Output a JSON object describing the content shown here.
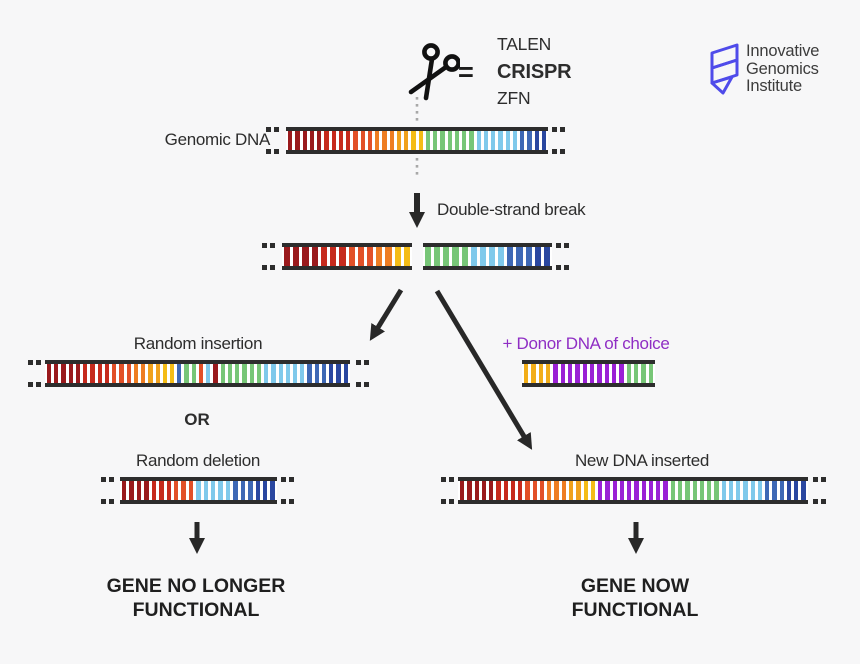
{
  "header": {
    "tools": [
      "TALEN",
      "CRISPR",
      "ZFN"
    ],
    "equals": "="
  },
  "logo": {
    "lines": [
      "Innovative",
      "Genomics",
      "Institute"
    ],
    "icon_color": "#4f4bea",
    "text_color": "#3c3c3c"
  },
  "labels": {
    "genomic_dna": "Genomic DNA",
    "double_strand_break": "Double-strand break",
    "random_insertion": "Random insertion",
    "or": "OR",
    "random_deletion": "Random deletion",
    "donor_dna": "+ Donor DNA of choice",
    "new_dna_inserted": "New DNA inserted",
    "gene_no_longer_line1": "GENE NO LONGER",
    "gene_no_longer_line2": "FUNCTIONAL",
    "gene_now_line1": "GENE NOW",
    "gene_now_line2": "FUNCTIONAL"
  },
  "colors": {
    "background": "#f7f7f8",
    "rail_dark": "#2d2d2d",
    "arrow_black": "#282828",
    "donor_text_purple": "#8f2ec4",
    "donor_rung_purple": "#9a20d5",
    "logo_blue": "#4f4bea",
    "cut_line_gray": "#a8a8a8"
  },
  "strands": {
    "genomic": {
      "segments": [
        [
          "#9A1A1D",
          5
        ],
        [
          "#C62A1D",
          4
        ],
        [
          "#E25028",
          3
        ],
        [
          "#EE7D22",
          3
        ],
        [
          "#F0A11C",
          2
        ],
        [
          "#F4BC16",
          2
        ],
        [
          "#77C677",
          7
        ],
        [
          "#7FC9EB",
          6
        ],
        [
          "#3E68B5",
          2
        ],
        [
          "#2A47A0",
          2
        ]
      ]
    },
    "break_left": {
      "segments": [
        [
          "#9A1A1D",
          4
        ],
        [
          "#C62A1D",
          3
        ],
        [
          "#E25028",
          3
        ],
        [
          "#EE7D22",
          2
        ],
        [
          "#F4BC16",
          2
        ]
      ]
    },
    "break_right": {
      "segments": [
        [
          "#77C677",
          5
        ],
        [
          "#7FC9EB",
          4
        ],
        [
          "#3E68B5",
          3
        ],
        [
          "#2A47A0",
          2
        ]
      ]
    },
    "random_insertion": {
      "segments": [
        [
          "#9A1A1D",
          5
        ],
        [
          "#C62A1D",
          4
        ],
        [
          "#E25028",
          3
        ],
        [
          "#EE7D22",
          2
        ],
        [
          "#F0A11C",
          2
        ],
        [
          "#F4BC16",
          2
        ],
        [
          "#3E68B5",
          1
        ],
        [
          "#77C677",
          2
        ],
        [
          "#E25028",
          1
        ],
        [
          "#7FC9EB",
          1
        ],
        [
          "#9A1A1D",
          1
        ],
        [
          "#77C677",
          6
        ],
        [
          "#7FC9EB",
          6
        ],
        [
          "#3E68B5",
          3
        ],
        [
          "#2A47A0",
          3
        ]
      ]
    },
    "random_deletion": {
      "segments": [
        [
          "#9A1A1D",
          4
        ],
        [
          "#C62A1D",
          3
        ],
        [
          "#E25028",
          3
        ],
        [
          "#7FC9EB",
          5
        ],
        [
          "#3E68B5",
          3
        ],
        [
          "#2A47A0",
          3
        ]
      ]
    },
    "donor": {
      "segments": [
        [
          "#F2AE19",
          4
        ],
        [
          "#9A20D5",
          10
        ],
        [
          "#77C677",
          4
        ]
      ]
    },
    "new_dna": {
      "segments": [
        [
          "#9A1A1D",
          5
        ],
        [
          "#C62A1D",
          4
        ],
        [
          "#E25028",
          3
        ],
        [
          "#EE7D22",
          3
        ],
        [
          "#F0A11C",
          2
        ],
        [
          "#F4BC16",
          2
        ],
        [
          "#9A20D5",
          10
        ],
        [
          "#77C677",
          7
        ],
        [
          "#7FC9EB",
          6
        ],
        [
          "#3E68B5",
          3
        ],
        [
          "#2A47A0",
          3
        ]
      ]
    }
  }
}
